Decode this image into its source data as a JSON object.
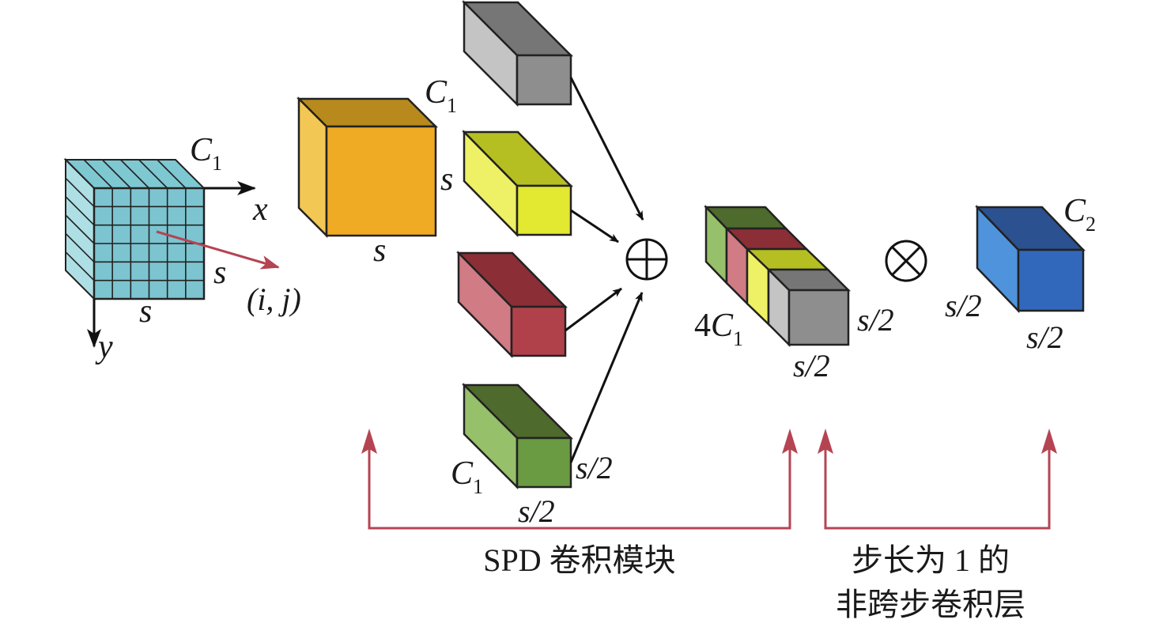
{
  "input_tensor": {
    "channel_label": {
      "letter": "C",
      "subscript": "1"
    },
    "x_axis": "x",
    "y_axis": "y",
    "depth_label": "s",
    "width_label": "s",
    "pixel_label": "(i, j)"
  },
  "orange_block": {
    "channel_label": {
      "letter": "C",
      "subscript": "1"
    },
    "height_label": "s",
    "width_label": "s"
  },
  "green_block": {
    "channel_label": {
      "letter": "C",
      "subscript": "1"
    },
    "height_label": "s/2",
    "width_label": "s/2"
  },
  "concat_symbol": "⊕",
  "stacked_block": {
    "channel_label": {
      "prefix": "4",
      "letter": "C",
      "subscript": "1"
    },
    "height_label": "s/2",
    "width_label": "s/2"
  },
  "conv_symbol": "⊗",
  "output_block": {
    "channel_label": {
      "letter": "C",
      "subscript": "2"
    },
    "height_label": "s/2",
    "width_label": "s/2"
  },
  "captions": {
    "spd": "SPD 卷积模块",
    "nonstrided_line1": "步长为 1 的",
    "nonstrided_line2": "非跨步卷积层"
  },
  "colors": {
    "cyan": "#7cc4d0",
    "orange": "#efab24",
    "gray": "#8e8e8e",
    "yellow": "#e3e830",
    "red": "#b0414a",
    "green": "#6a9a42",
    "blue": "#3268bb",
    "arrow_red": "#b54453"
  }
}
